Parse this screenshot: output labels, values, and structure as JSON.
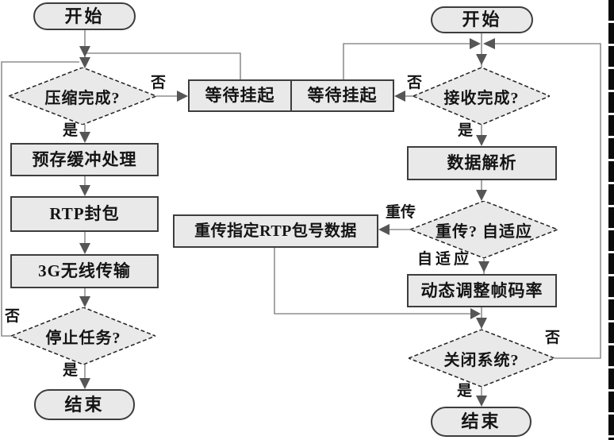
{
  "flow_left": {
    "start": "开始",
    "decision_compress": "压缩完成?",
    "no_compress": "否",
    "yes_compress": "是",
    "process_buffer": "预存缓冲处理",
    "process_rtp": "RTP封包",
    "process_3g": "3G无线传输",
    "decision_stop": "停止任务?",
    "no_stop": "否",
    "yes_stop": "是",
    "end": "结束",
    "wait": "等待挂起"
  },
  "flow_right": {
    "start": "开始",
    "decision_receive": "接收完成?",
    "no_receive": "否",
    "yes_receive": "是",
    "process_parse": "数据解析",
    "decision_retrans": "重传? 自适应",
    "label_retrans": "重传",
    "label_adapt": "自适应",
    "process_retrans": "重传指定RTP包号数据",
    "process_adjust": "动态调整帧码率",
    "decision_close": "关闭系统?",
    "no_close": "否",
    "yes_close": "是",
    "end": "结束",
    "wait": "等待挂起"
  },
  "colors": {
    "node_fill": "#e9e9e9",
    "node_border": "#3d3d3d",
    "line": "#8f8f8f",
    "arrow": "#565656",
    "scan_bar": "#0b0b0b"
  }
}
